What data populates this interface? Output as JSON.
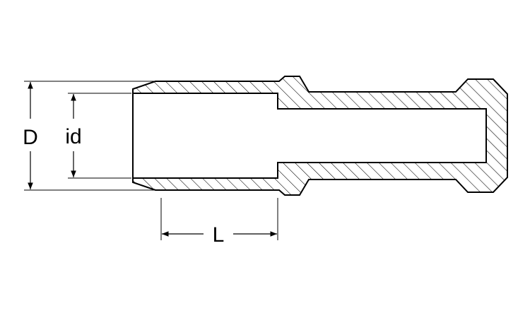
{
  "labels": {
    "outer_diameter": "D",
    "inner_diameter": "id",
    "length": "L"
  },
  "colors": {
    "line": "#000000",
    "background": "#ffffff"
  }
}
